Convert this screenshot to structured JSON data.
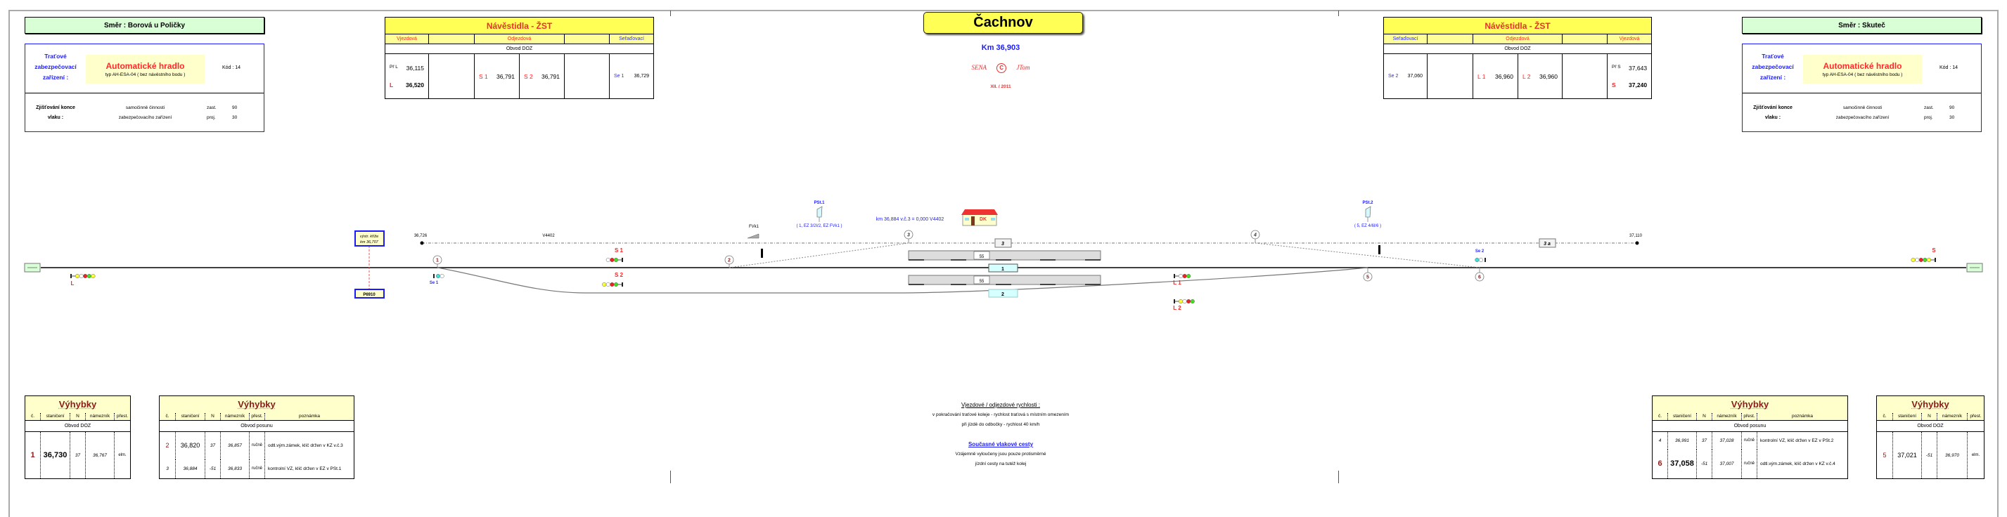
{
  "station": {
    "name": "Čachnov",
    "km": "Km  36,903",
    "author_left": "SENA",
    "copyright": "C",
    "author_right": "JTom",
    "date": "XII.  /  2011"
  },
  "direction_left": "Směr  :  Borová u Poličky",
  "direction_right": "Směr  :  Skuteč",
  "block_left": {
    "title_lines": [
      "Traťové",
      "zabezpečovací",
      "zařízení :"
    ],
    "name": "Automatické  hradlo",
    "type": "typ AH-ESA-04 ( bez návěstního bodu )",
    "code": "Kód : 14",
    "detect_lines": [
      "Zjišťování  konce",
      "vlaku :"
    ],
    "detect_desc": [
      "samočinně činnosti",
      "zabezpečovacího zařízení"
    ],
    "modes": [
      "zast.",
      "proj."
    ],
    "values": [
      "90",
      "30"
    ]
  },
  "block_right": {
    "title_lines": [
      "Traťové",
      "zabezpečovací",
      "zařízení :"
    ],
    "name": "Automatické  hradlo",
    "type": "typ AH-ESA-04 ( bez návěstního bodu )",
    "code": "Kód : 14",
    "detect_lines": [
      "Zjišťování  konce",
      "vlaku :"
    ],
    "detect_desc": [
      "samočinně činnosti",
      "zabezpečovacího zařízení"
    ],
    "modes": [
      "zast.",
      "proj."
    ],
    "values": [
      "90",
      "30"
    ]
  },
  "signals_left": {
    "title": "Návěstidla  -  ŽST",
    "headers": {
      "entry": "Vjezdová",
      "exit": "Odjezdová",
      "shunt": "Seřaďovací"
    },
    "circuit": "Obvod  DOZ",
    "entry": [
      {
        "name": "Př L",
        "km": "36,115"
      },
      {
        "name": "L",
        "km": "36,520"
      }
    ],
    "exit": [
      {
        "name": "S 1",
        "km": "36,791"
      },
      {
        "name": "S 2",
        "km": "36,791"
      }
    ],
    "shunt": [
      {
        "name": "Se 1",
        "km": "36,729"
      }
    ]
  },
  "signals_right": {
    "title": "Návěstidla  -  ŽST",
    "headers": {
      "entry": "Vjezdová",
      "exit": "Odjezdová",
      "shunt": "Seřaďovací"
    },
    "circuit": "Obvod  DOZ",
    "entry": [
      {
        "name": "Př S",
        "km": "37,643"
      },
      {
        "name": "S",
        "km": "37,240"
      }
    ],
    "exit": [
      {
        "name": "L 1",
        "km": "36,960"
      },
      {
        "name": "L 2",
        "km": "36,960"
      }
    ],
    "shunt": [
      {
        "name": "Se 2",
        "km": "37,060"
      }
    ]
  },
  "diagram": {
    "crossing": {
      "line1": "výstr. kříže",
      "line2": "km 36,707"
    },
    "crossing_id": "P6910",
    "siding_start_km": "36,726",
    "siding_end_km": "37,110",
    "siding_line": "V4402",
    "km_note": "km 36,884 v.č.3 = 0,000 V4402",
    "station_building": "DK",
    "derail": "FVk1",
    "posts": [
      {
        "name": "PSt.1",
        "desc": "( 1, EZ 3/2I/2, EZ FVk1 )"
      },
      {
        "name": "PSt.2",
        "desc": "( 5, EZ 4/6I/6 )"
      }
    ],
    "tracks": [
      "1",
      "2",
      "3",
      "3 a"
    ],
    "platform_length": [
      "55",
      "55"
    ],
    "switches": [
      "1",
      "2",
      "3",
      "4",
      "5",
      "6"
    ],
    "signals": [
      {
        "name": "L",
        "lamps": [
          "#ffff33",
          "#ffffff",
          "#ee2222",
          "#44dd22",
          "#ffff33"
        ]
      },
      {
        "name": "Se 1",
        "lamps": [
          "#44dddd",
          "#ffffff"
        ]
      },
      {
        "name": "S 1",
        "lamps": [
          "#44dd22",
          "#ee2222",
          "#ffffff"
        ]
      },
      {
        "name": "S 2",
        "lamps": [
          "#44dd22",
          "#ee2222",
          "#ffffff",
          "#ffff33"
        ]
      },
      {
        "name": "L 1",
        "lamps": [
          "#ffffff",
          "#ee2222",
          "#44dd22"
        ]
      },
      {
        "name": "L 2",
        "lamps": [
          "#ffff33",
          "#ffffff",
          "#ee2222",
          "#44dd22"
        ]
      },
      {
        "name": "Se 2",
        "lamps": [
          "#ffffff",
          "#44dddd"
        ]
      },
      {
        "name": "S",
        "lamps": [
          "#ffff33",
          "#44dd22",
          "#ee2222",
          "#ffffff",
          "#ffff33"
        ]
      }
    ]
  },
  "notes": {
    "speed_title": "Vjezdové / odjezdové rychlosti :",
    "speed_lines": [
      "v pokračování traťové koleje - rychlost traťová s místním omezením",
      "při jízdě do odbočky - rychlost 40 km/h"
    ],
    "routes_title": "Současné  vlakové  cesty",
    "routes_lines": [
      "Vzájemně vyloučeny jsou pouze protisměrné",
      "jízdní cesty na tutéž kolej"
    ]
  },
  "switch_headers": {
    "title": "Výhybky",
    "no": "č.",
    "chainage": "staničení",
    "n": "N",
    "limit": "námezník",
    "op": "přest.",
    "note": "poznámka"
  },
  "switch_tables": [
    {
      "circuit": "Obvod  DOZ",
      "rows": [
        {
          "no": "1",
          "km": "36,730",
          "n": "37",
          "limit": "36,767",
          "op": "elm."
        }
      ]
    },
    {
      "circuit": "Obvod  posunu",
      "rows": [
        {
          "no": "2",
          "km": "36,820",
          "n": "37",
          "limit": "36,857",
          "op": "ručně",
          "note": "odtl.vým.zámek, klíč držen v KZ v.č.3"
        },
        {
          "no": "3",
          "km": "36,884",
          "n": "-51",
          "limit": "36,833",
          "op": "ručně",
          "note": "kontrolní VZ, klíč držen v EZ v PSt.1"
        }
      ]
    },
    {
      "circuit": "Obvod  posunu",
      "rows": [
        {
          "no": "4",
          "km": "36,991",
          "n": "37",
          "limit": "37,028",
          "op": "ručně",
          "note": "kontrolní VZ, klíč držen v EZ v PSt.2"
        },
        {
          "no": "6",
          "km": "37,058",
          "n": "-51",
          "limit": "37,007",
          "op": "ručně",
          "note": "odtl.vým.zámek, klíč držen v KZ v.č.4"
        }
      ]
    },
    {
      "circuit": "Obvod  DOZ",
      "rows": [
        {
          "no": "5",
          "km": "37,021",
          "n": "-51",
          "limit": "36,970",
          "op": "elm."
        }
      ]
    }
  ]
}
